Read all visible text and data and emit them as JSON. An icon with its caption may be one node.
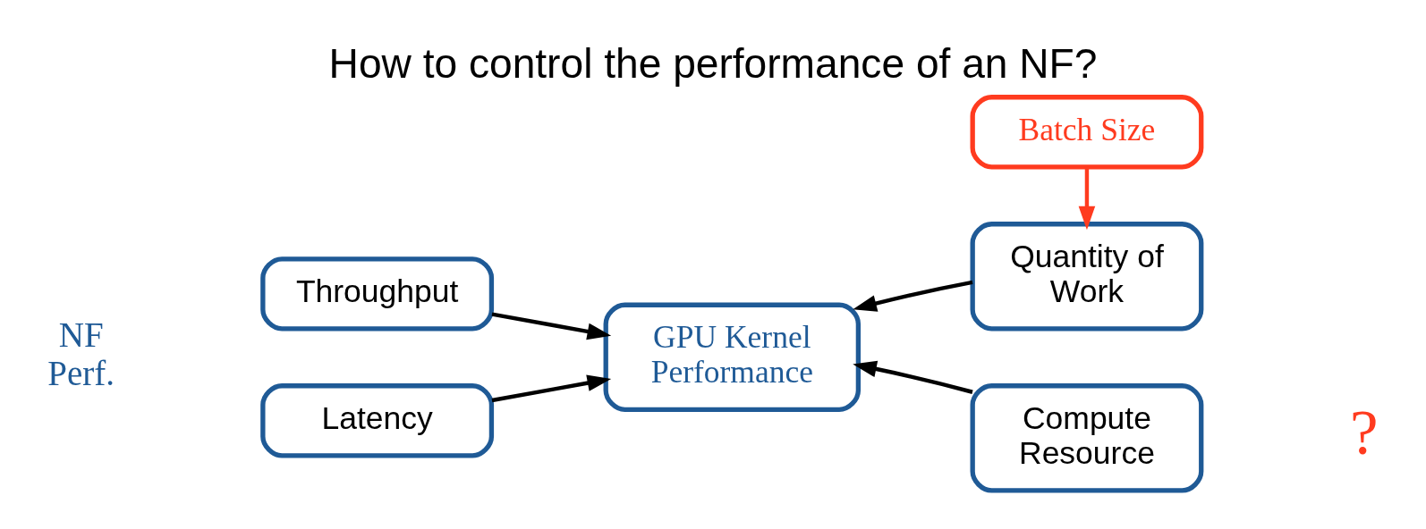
{
  "diagram": {
    "title": "How to control the performance of an NF?",
    "nodes": [
      {
        "text": [
          "Throughput"
        ]
      },
      {
        "text": [
          "Latency"
        ]
      },
      {
        "text": [
          "GPU Kernel Performance"
        ]
      },
      {
        "text": [
          "Quantity of Work"
        ]
      },
      {
        "text": [
          "Compute Resource"
        ]
      },
      {
        "text": [
          "Batch Size"
        ]
      }
    ],
    "edges": [
      {
        "from": 0,
        "to": 2,
        "arrow": "to"
      },
      {
        "from": 1,
        "to": 2,
        "arrow": "to"
      },
      {
        "from": 3,
        "to": 2,
        "arrow": "to"
      },
      {
        "from": 4,
        "to": 2,
        "arrow": "to"
      },
      {
        "from": 5,
        "to": 3,
        "arrow": "to",
        "color": "#ff3b1f"
      }
    ],
    "labels": [
      "NF Perf.",
      "?"
    ]
  }
}
